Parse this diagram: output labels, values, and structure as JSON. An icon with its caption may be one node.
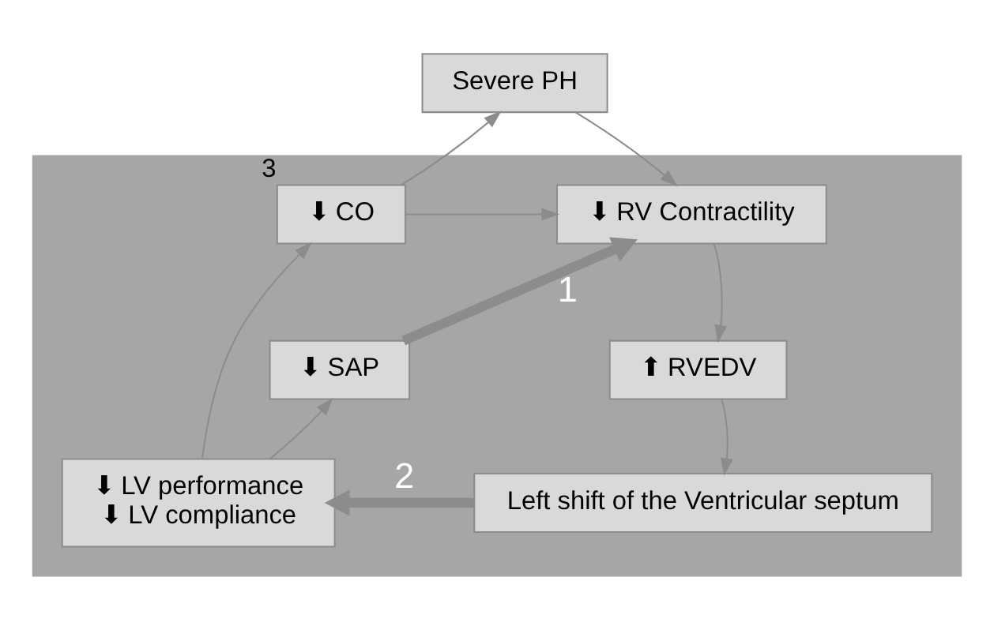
{
  "diagram": {
    "nodes": [
      {
        "text": [
          "Severe PH"
        ]
      },
      {
        "text": [],
        "shape": "box"
      },
      {
        "text": [
          "⬇ CO"
        ],
        "beside": [
          "3"
        ],
        "in": 1
      },
      {
        "text": [
          "⬇ SAP"
        ],
        "in": 1
      },
      {
        "text": [
          "⬇ RV Contractility"
        ],
        "in": 1
      },
      {
        "text": [
          "⬆ RVEDV"
        ],
        "in": 1
      },
      {
        "text": [
          "Left shift of the Ventricular septum"
        ],
        "in": 1
      },
      {
        "text": [
          "⬇ LV performance",
          "⬇ LV compliance"
        ],
        "in": 1
      }
    ],
    "edges": [
      {
        "from": 2,
        "to": 0,
        "arrow": "to"
      },
      {
        "from": 0,
        "to": 4,
        "arrow": "to"
      },
      {
        "from": 2,
        "to": 4,
        "arrow": "to"
      },
      {
        "from": 3,
        "to": 4,
        "arrow": "to",
        "label": "1",
        "style": "thick"
      },
      {
        "from": 4,
        "to": 5,
        "arrow": "to"
      },
      {
        "from": 5,
        "to": 6,
        "arrow": "to"
      },
      {
        "from": 6,
        "to": 7,
        "arrow": "to",
        "label": "2",
        "style": "thick"
      },
      {
        "from": 7,
        "to": 2,
        "arrow": "to"
      },
      {
        "from": 7,
        "to": 3,
        "arrow": "to"
      }
    ]
  }
}
